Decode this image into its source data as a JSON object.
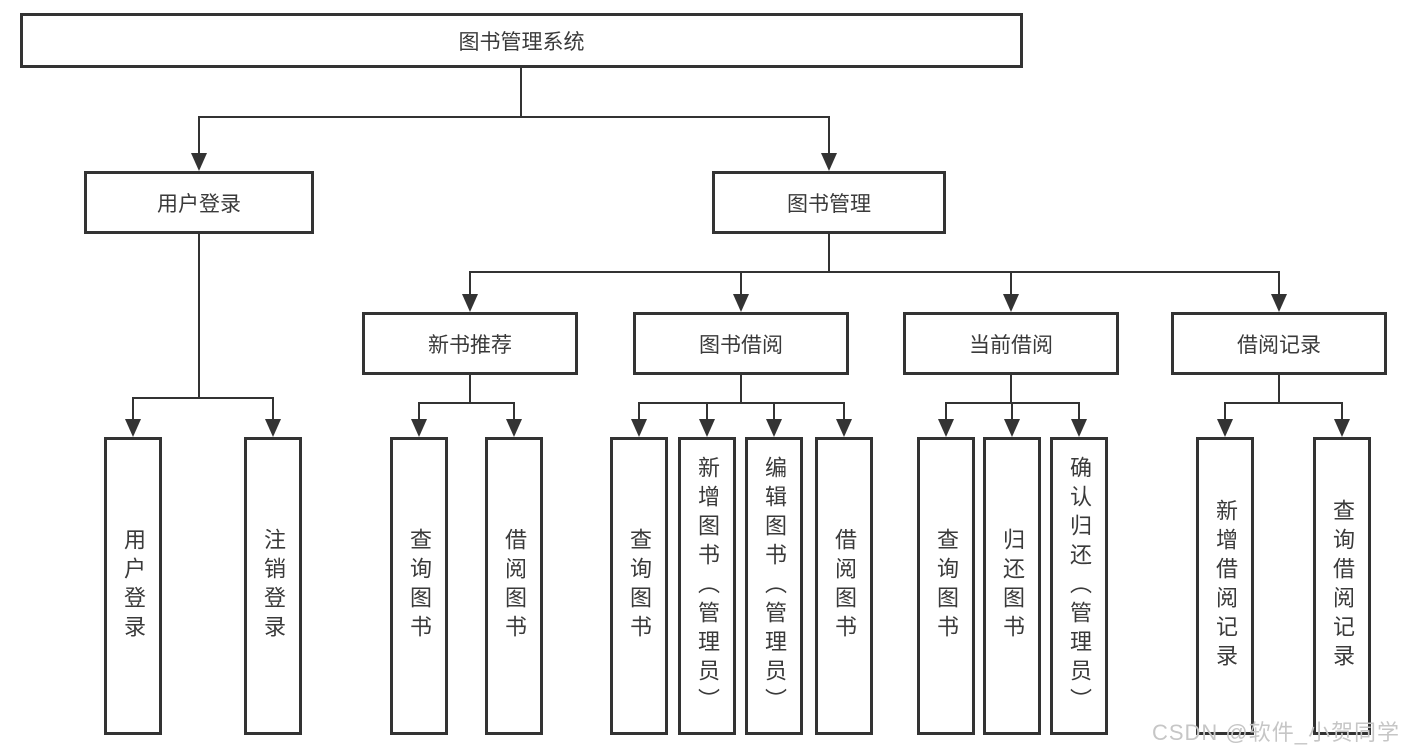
{
  "page": {
    "watermark": "CSDN @软件_小贺同学"
  },
  "colors": {
    "line": "#333333",
    "text": "#3a3a3a",
    "box_fill": "#ffffff",
    "watermark": "#c6c6c6"
  },
  "nodes": {
    "root": {
      "label": "图书管理系统"
    },
    "level1": [
      {
        "label": "用户登录"
      },
      {
        "label": "图书管理"
      }
    ],
    "level2": [
      {
        "label": "新书推荐"
      },
      {
        "label": "图书借阅"
      },
      {
        "label": "当前借阅"
      },
      {
        "label": "借阅记录"
      }
    ],
    "leaves": {
      "user_login": [
        {
          "label": "用户登录"
        },
        {
          "label": "注销登录"
        }
      ],
      "new_book_rec": [
        {
          "label": "查询图书"
        },
        {
          "label": "借阅图书"
        }
      ],
      "book_borrow": [
        {
          "label": "查询图书"
        },
        {
          "label": "新增图书（管理员）"
        },
        {
          "label": "编辑图书（管理员）"
        },
        {
          "label": "借阅图书"
        }
      ],
      "current_borrow": [
        {
          "label": "查询图书"
        },
        {
          "label": "归还图书"
        },
        {
          "label": "确认归还（管理员）"
        }
      ],
      "borrow_records": [
        {
          "label": "新增借阅记录"
        },
        {
          "label": "查询借阅记录"
        }
      ]
    }
  }
}
